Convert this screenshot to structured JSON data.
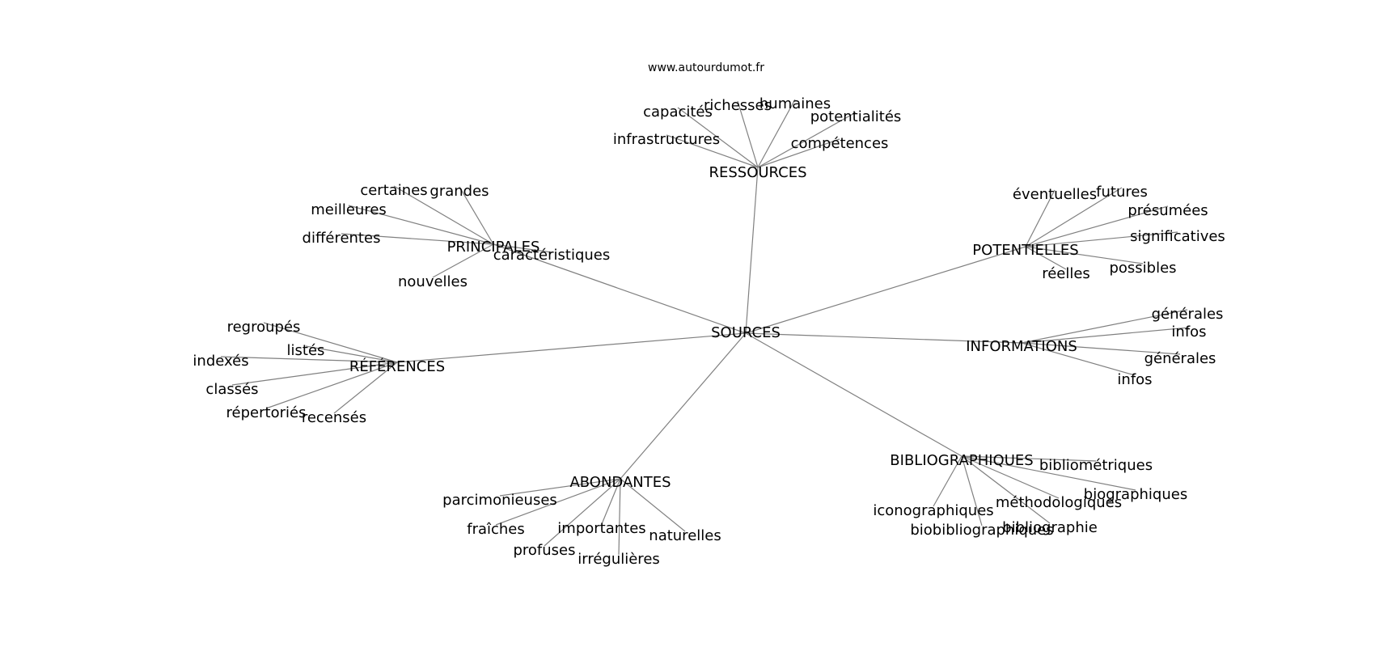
{
  "source_text": "www.autourdumot.fr",
  "edge_color": "#808080",
  "center": "SOURCES",
  "groups": [
    {
      "id": "ressources",
      "label": "RESSOURCES",
      "leaves": [
        "capacités",
        "richesses",
        "humaines",
        "potentialités",
        "infrastructures",
        "compétences"
      ]
    },
    {
      "id": "principales",
      "label": "PRINCIPALES",
      "leaves": [
        "certaines",
        "grandes",
        "meilleures",
        "différentes",
        "caractéristiques",
        "nouvelles"
      ]
    },
    {
      "id": "potentielles",
      "label": "POTENTIELLES",
      "leaves": [
        "éventuelles",
        "futures",
        "présumées",
        "significatives",
        "possibles",
        "réelles"
      ]
    },
    {
      "id": "informations",
      "label": "INFORMATIONS",
      "leaves": [
        "générales",
        "infos",
        "générales",
        "infos"
      ]
    },
    {
      "id": "references",
      "label": "RÉFÉRENCES",
      "leaves": [
        "regroupés",
        "listés",
        "indexés",
        "classés",
        "répertoriés",
        "recensés"
      ]
    },
    {
      "id": "abondantes",
      "label": "ABONDANTES",
      "leaves": [
        "parcimonieuses",
        "fraîches",
        "importantes",
        "naturelles",
        "profuses",
        "irrégulières"
      ]
    },
    {
      "id": "bibliographiques",
      "label": "BIBLIOGRAPHIQUES",
      "leaves": [
        "bibliométriques",
        "biographiques",
        "méthodologiques",
        "iconographiques",
        "bibliographie",
        "biobibliographiques"
      ]
    }
  ]
}
